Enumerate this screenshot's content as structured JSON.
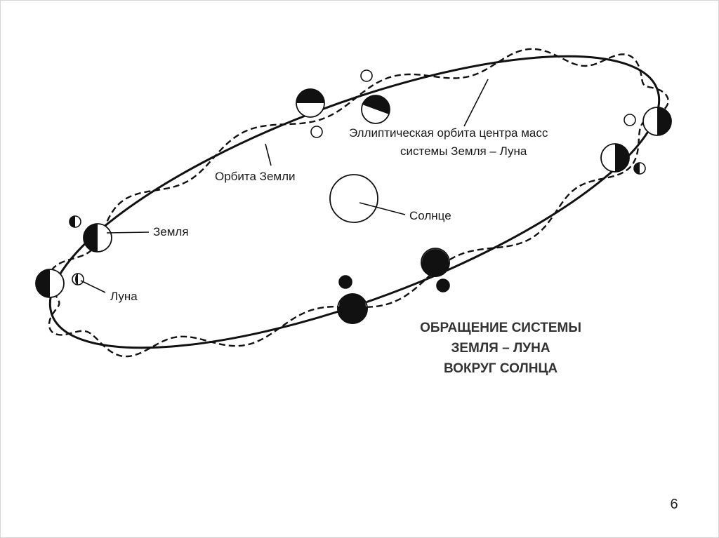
{
  "labels": {
    "ellipse_orbit_line1": "Эллиптическая орбита центра масс",
    "ellipse_orbit_line2": "системы Земля – Луна",
    "earth_orbit": "Орбита Земли",
    "sun": "Солнце",
    "earth": "Земля",
    "moon": "Луна"
  },
  "caption": {
    "line1": "ОБРАЩЕНИЕ СИСТЕМЫ",
    "line2": "ЗЕМЛЯ – ЛУНА",
    "line3": "ВОКРУГ СОЛНЦА"
  },
  "page_number": "6",
  "colors": {
    "ink": "#111111",
    "background": "#ffffff"
  }
}
